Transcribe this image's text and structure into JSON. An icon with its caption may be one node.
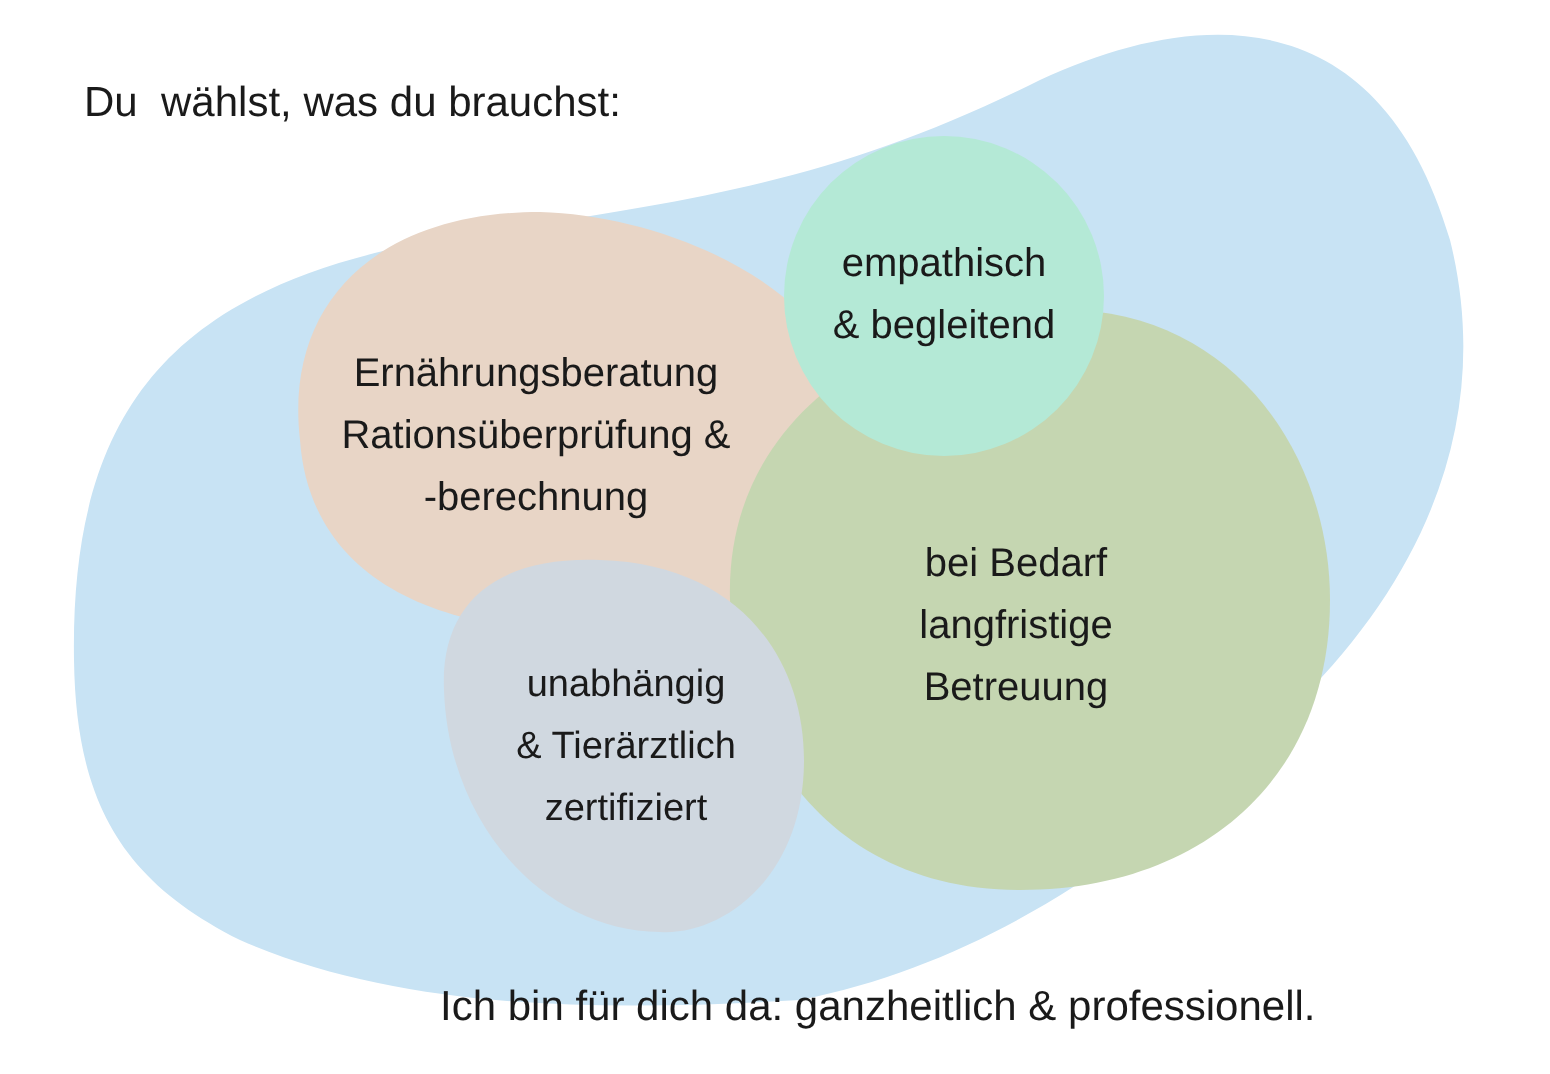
{
  "diagram": {
    "title": "Du  wählst, was du brauchst:",
    "caption": "Ich bin für dich da: ganzheitlich & professionell.",
    "nodes": [
      {
        "text": [],
        "shape": "cloud"
      },
      {
        "text": [
          "Ernährungsberatung Rationsüberprüfung & -berechnung"
        ],
        "in": 0
      },
      {
        "text": [
          "empathisch & begleitend"
        ],
        "in": 0
      },
      {
        "text": [
          "bei Bedarf langfristige Betreuung"
        ],
        "in": 0
      },
      {
        "text": [
          "unabhängig & Tierärztlich zertifiziert"
        ],
        "in": 0
      }
    ]
  }
}
